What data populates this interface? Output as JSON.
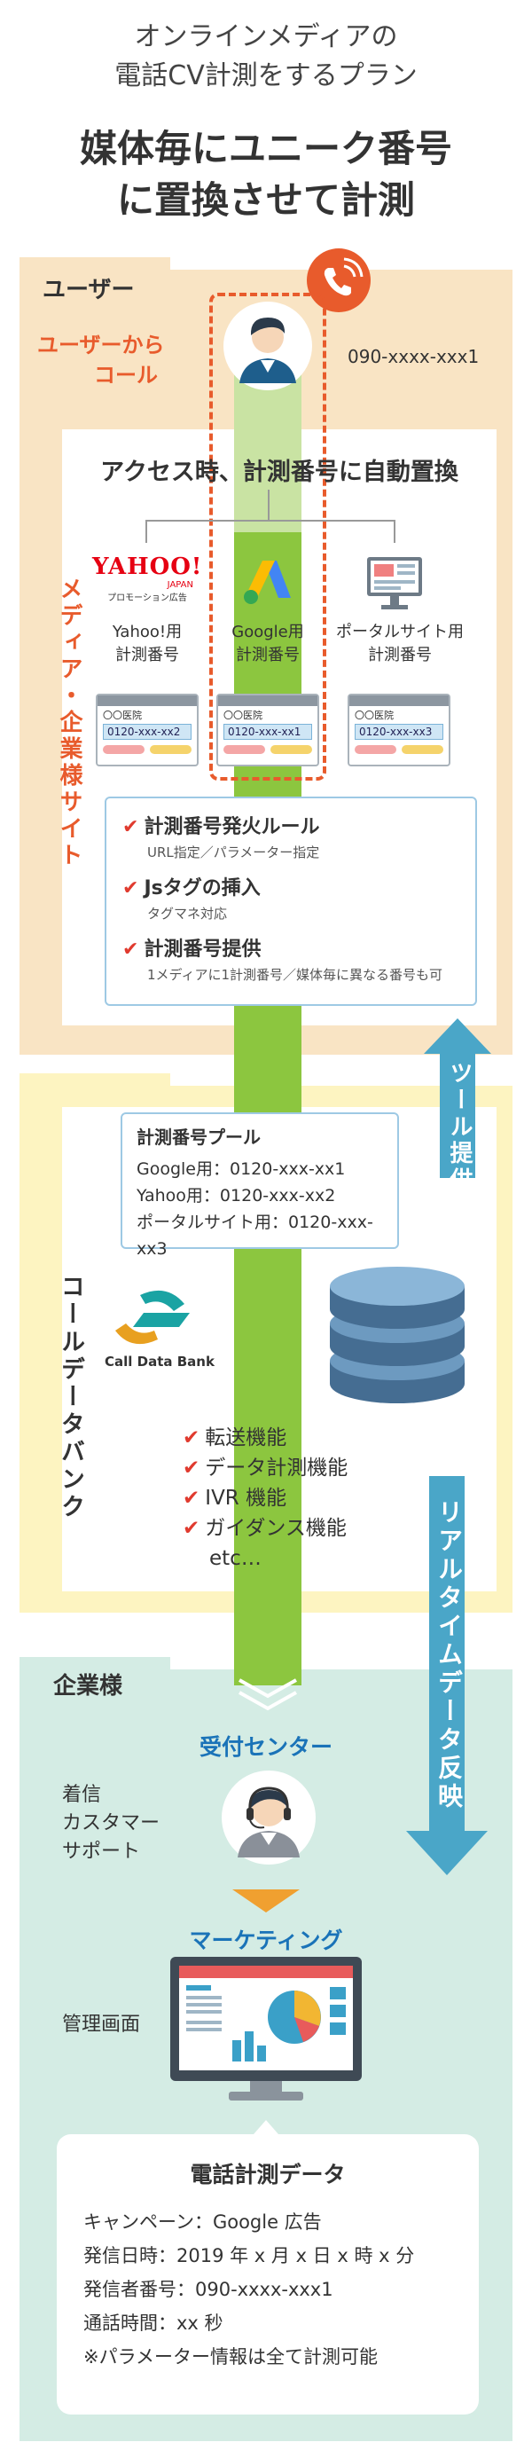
{
  "header": {
    "subtitle_line1": "オンラインメディアの",
    "subtitle_line2": "電話CV計測をするプラン",
    "title_line1": "媒体毎にユニーク番号",
    "title_line2": "に置換させて計測"
  },
  "user_zone": {
    "label": "ユーザー",
    "caller_line1": "ユーザーから",
    "caller_line2": "コール",
    "phone_number": "090-xxxx-xxx1"
  },
  "media_zone": {
    "vertical_label": "メディア・企業様サイト",
    "panel_title": "アクセス時、計測番号に自動置換",
    "media": [
      {
        "logo_top": "YAHOO!",
        "logo_sub": "JAPAN",
        "logo_caption": "プロモーション広告",
        "line1": "Yahoo!用",
        "line2": "計測番号",
        "window_label": "〇〇医院",
        "number": "0120-xxx-xx2"
      },
      {
        "logo_top": "",
        "logo_sub": "",
        "logo_caption": "",
        "line1": "Google用",
        "line2": "計測番号",
        "window_label": "〇〇医院",
        "number": "0120-xxx-xx1"
      },
      {
        "logo_top": "",
        "logo_sub": "",
        "logo_caption": "",
        "line1": "ポータルサイト用",
        "line2": "計測番号",
        "window_label": "〇〇医院",
        "number": "0120-xxx-xx3"
      }
    ],
    "features": [
      {
        "title": "計測番号発火ルール",
        "desc": "URL指定／パラメーター指定"
      },
      {
        "title": "Jsタグの挿入",
        "desc": "タグマネ対応"
      },
      {
        "title": "計測番号提供",
        "desc": "1メディアに1計測番号／媒体毎に異なる番号も可"
      }
    ]
  },
  "call_zone": {
    "vertical_label": "コールデータバンク",
    "pool_title": "計測番号プール",
    "pool_items": [
      "Google用：0120-xxx-xx1",
      "Yahoo用：0120-xxx-xx2",
      "ポータルサイト用：0120-xxx-xx3"
    ],
    "logo_text": "Call Data Bank",
    "features": [
      "転送機能",
      "データ計測機能",
      "IVR 機能",
      "ガイダンス機能"
    ],
    "features_more": "etc…",
    "tool_arrow": "ツール提供",
    "realtime_arrow": "リアルタイムデータ反映"
  },
  "corp_zone": {
    "label": "企業様",
    "reception_title": "受付センター",
    "reception_line1": "着信",
    "reception_line2": "カスタマー",
    "reception_line3": "サポート",
    "marketing_title": "マーケティング",
    "admin_label": "管理画面",
    "data_card": {
      "title": "電話計測データ",
      "lines": [
        "キャンペーン：Google 広告",
        "発信日時：2019 年 x 月 x 日 x 時 x 分",
        "発信者番号：090-xxxx-xxx1",
        "通話時間：xx 秒",
        "※パラメーター情報は全て計測可能"
      ]
    }
  },
  "colors": {
    "orange": "#e85b2c",
    "green": "#8cc63f",
    "blue": "#1a73b8",
    "arrow_blue": "#4aa6c8",
    "user_bg": "#f9e4c4",
    "call_bg": "#fdf4c1",
    "corp_bg": "#d4ece4"
  },
  "icons": [
    "phone-call-icon",
    "user-avatar-icon",
    "google-ads-icon",
    "portal-monitor-icon",
    "database-icon",
    "call-data-bank-logo",
    "operator-icon",
    "admin-screen-icon",
    "check-icon"
  ]
}
